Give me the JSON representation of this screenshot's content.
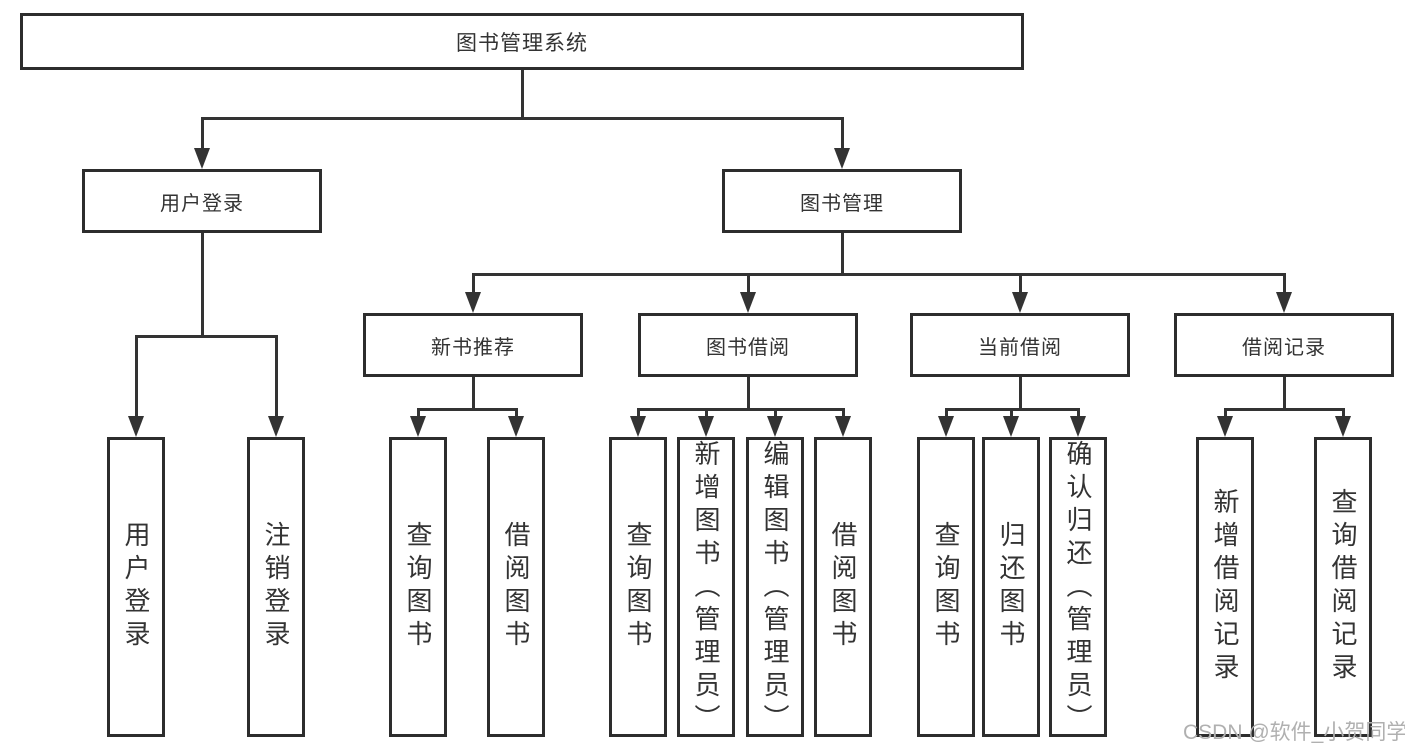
{
  "tree": {
    "root": "图书管理系统",
    "branches": [
      {
        "label": "用户登录",
        "children": [
          {
            "label": "用户登录"
          },
          {
            "label": "注销登录"
          }
        ]
      },
      {
        "label": "图书管理",
        "children": [
          {
            "label": "新书推荐",
            "children": [
              {
                "label": "查询图书"
              },
              {
                "label": "借阅图书"
              }
            ]
          },
          {
            "label": "图书借阅",
            "children": [
              {
                "label": "查询图书"
              },
              {
                "label": "新增图书（管理员）"
              },
              {
                "label": "编辑图书（管理员）"
              },
              {
                "label": "借阅图书"
              }
            ]
          },
          {
            "label": "当前借阅",
            "children": [
              {
                "label": "查询图书"
              },
              {
                "label": "归还图书"
              },
              {
                "label": "确认归还（管理员）"
              }
            ]
          },
          {
            "label": "借阅记录",
            "children": [
              {
                "label": "新增借阅记录"
              },
              {
                "label": "查询借阅记录"
              }
            ]
          }
        ]
      }
    ]
  },
  "watermark": {
    "text": "CSDN @软件_小贺同学"
  },
  "colors": {
    "line": "#333333",
    "box_border": "#2d2d2d",
    "box_fill": "#ffffff",
    "text": "#333333",
    "watermark": "#b0b0b0"
  }
}
